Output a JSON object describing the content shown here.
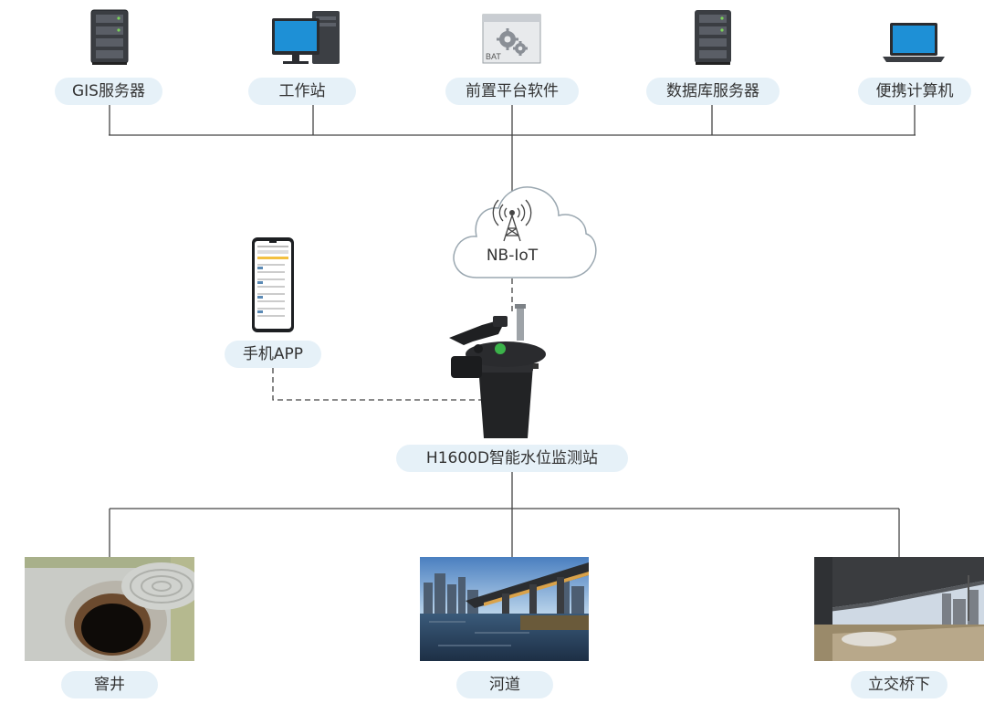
{
  "top_devices": [
    {
      "label": "GIS服务器",
      "icon": "server-tower-icon"
    },
    {
      "label": "工作站",
      "icon": "desktop-workstation-icon"
    },
    {
      "label": "前置平台软件",
      "icon": "bat-gear-window-icon"
    },
    {
      "label": "数据库服务器",
      "icon": "server-tower-icon"
    },
    {
      "label": "便携计算机",
      "icon": "laptop-icon"
    }
  ],
  "network": {
    "label": "NB-IoT",
    "icon": "cell-tower-icon"
  },
  "mobile": {
    "label": "手机APP",
    "icon": "smartphone-icon"
  },
  "station": {
    "label": "H1600D智能水位监测站"
  },
  "sites": [
    {
      "label": "窨井",
      "image": "manhole-photo"
    },
    {
      "label": "河道",
      "image": "river-photo"
    },
    {
      "label": "立交桥下",
      "image": "underpass-photo"
    }
  ],
  "colors": {
    "line": "#333333",
    "pill_bg": "#e6f1f8",
    "cloud_stroke": "#9aa7b0",
    "screen_blue": "#1e90d6"
  }
}
